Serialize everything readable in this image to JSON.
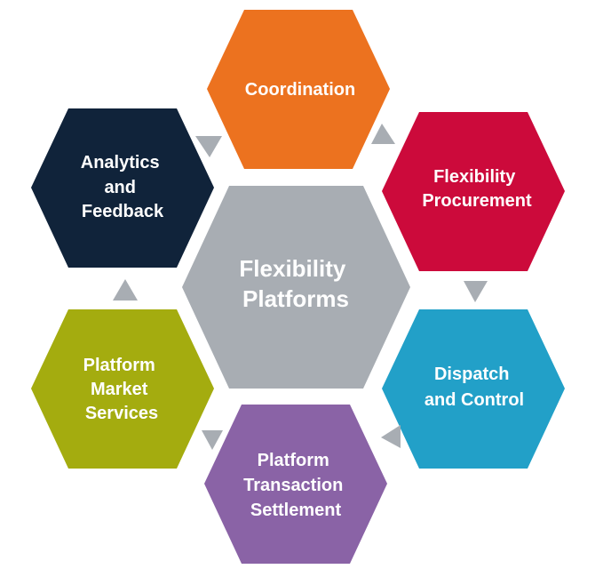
{
  "diagram": {
    "center": {
      "lines": [
        "Flexibility",
        "Platforms"
      ],
      "color": "#a8adb3"
    },
    "nodes": [
      {
        "id": "coordination",
        "lines": [
          "Coordination"
        ],
        "color": "#ec721f"
      },
      {
        "id": "flexibility-procurement",
        "lines": [
          "Flexibility",
          "Procurement"
        ],
        "color": "#cc0a3b"
      },
      {
        "id": "dispatch-and-control",
        "lines": [
          "Dispatch",
          "and Control"
        ],
        "color": "#22a0c8"
      },
      {
        "id": "platform-transaction-settlement",
        "lines": [
          "Platform",
          "Transaction",
          "Settlement"
        ],
        "color": "#8a63a6"
      },
      {
        "id": "platform-market-services",
        "lines": [
          "Platform",
          "Market",
          "Services"
        ],
        "color": "#a4ac0f"
      },
      {
        "id": "analytics-and-feedback",
        "lines": [
          "Analytics",
          "and",
          "Feedback"
        ],
        "color": "#10233a"
      }
    ],
    "arrow_color": "#a8adb3"
  }
}
